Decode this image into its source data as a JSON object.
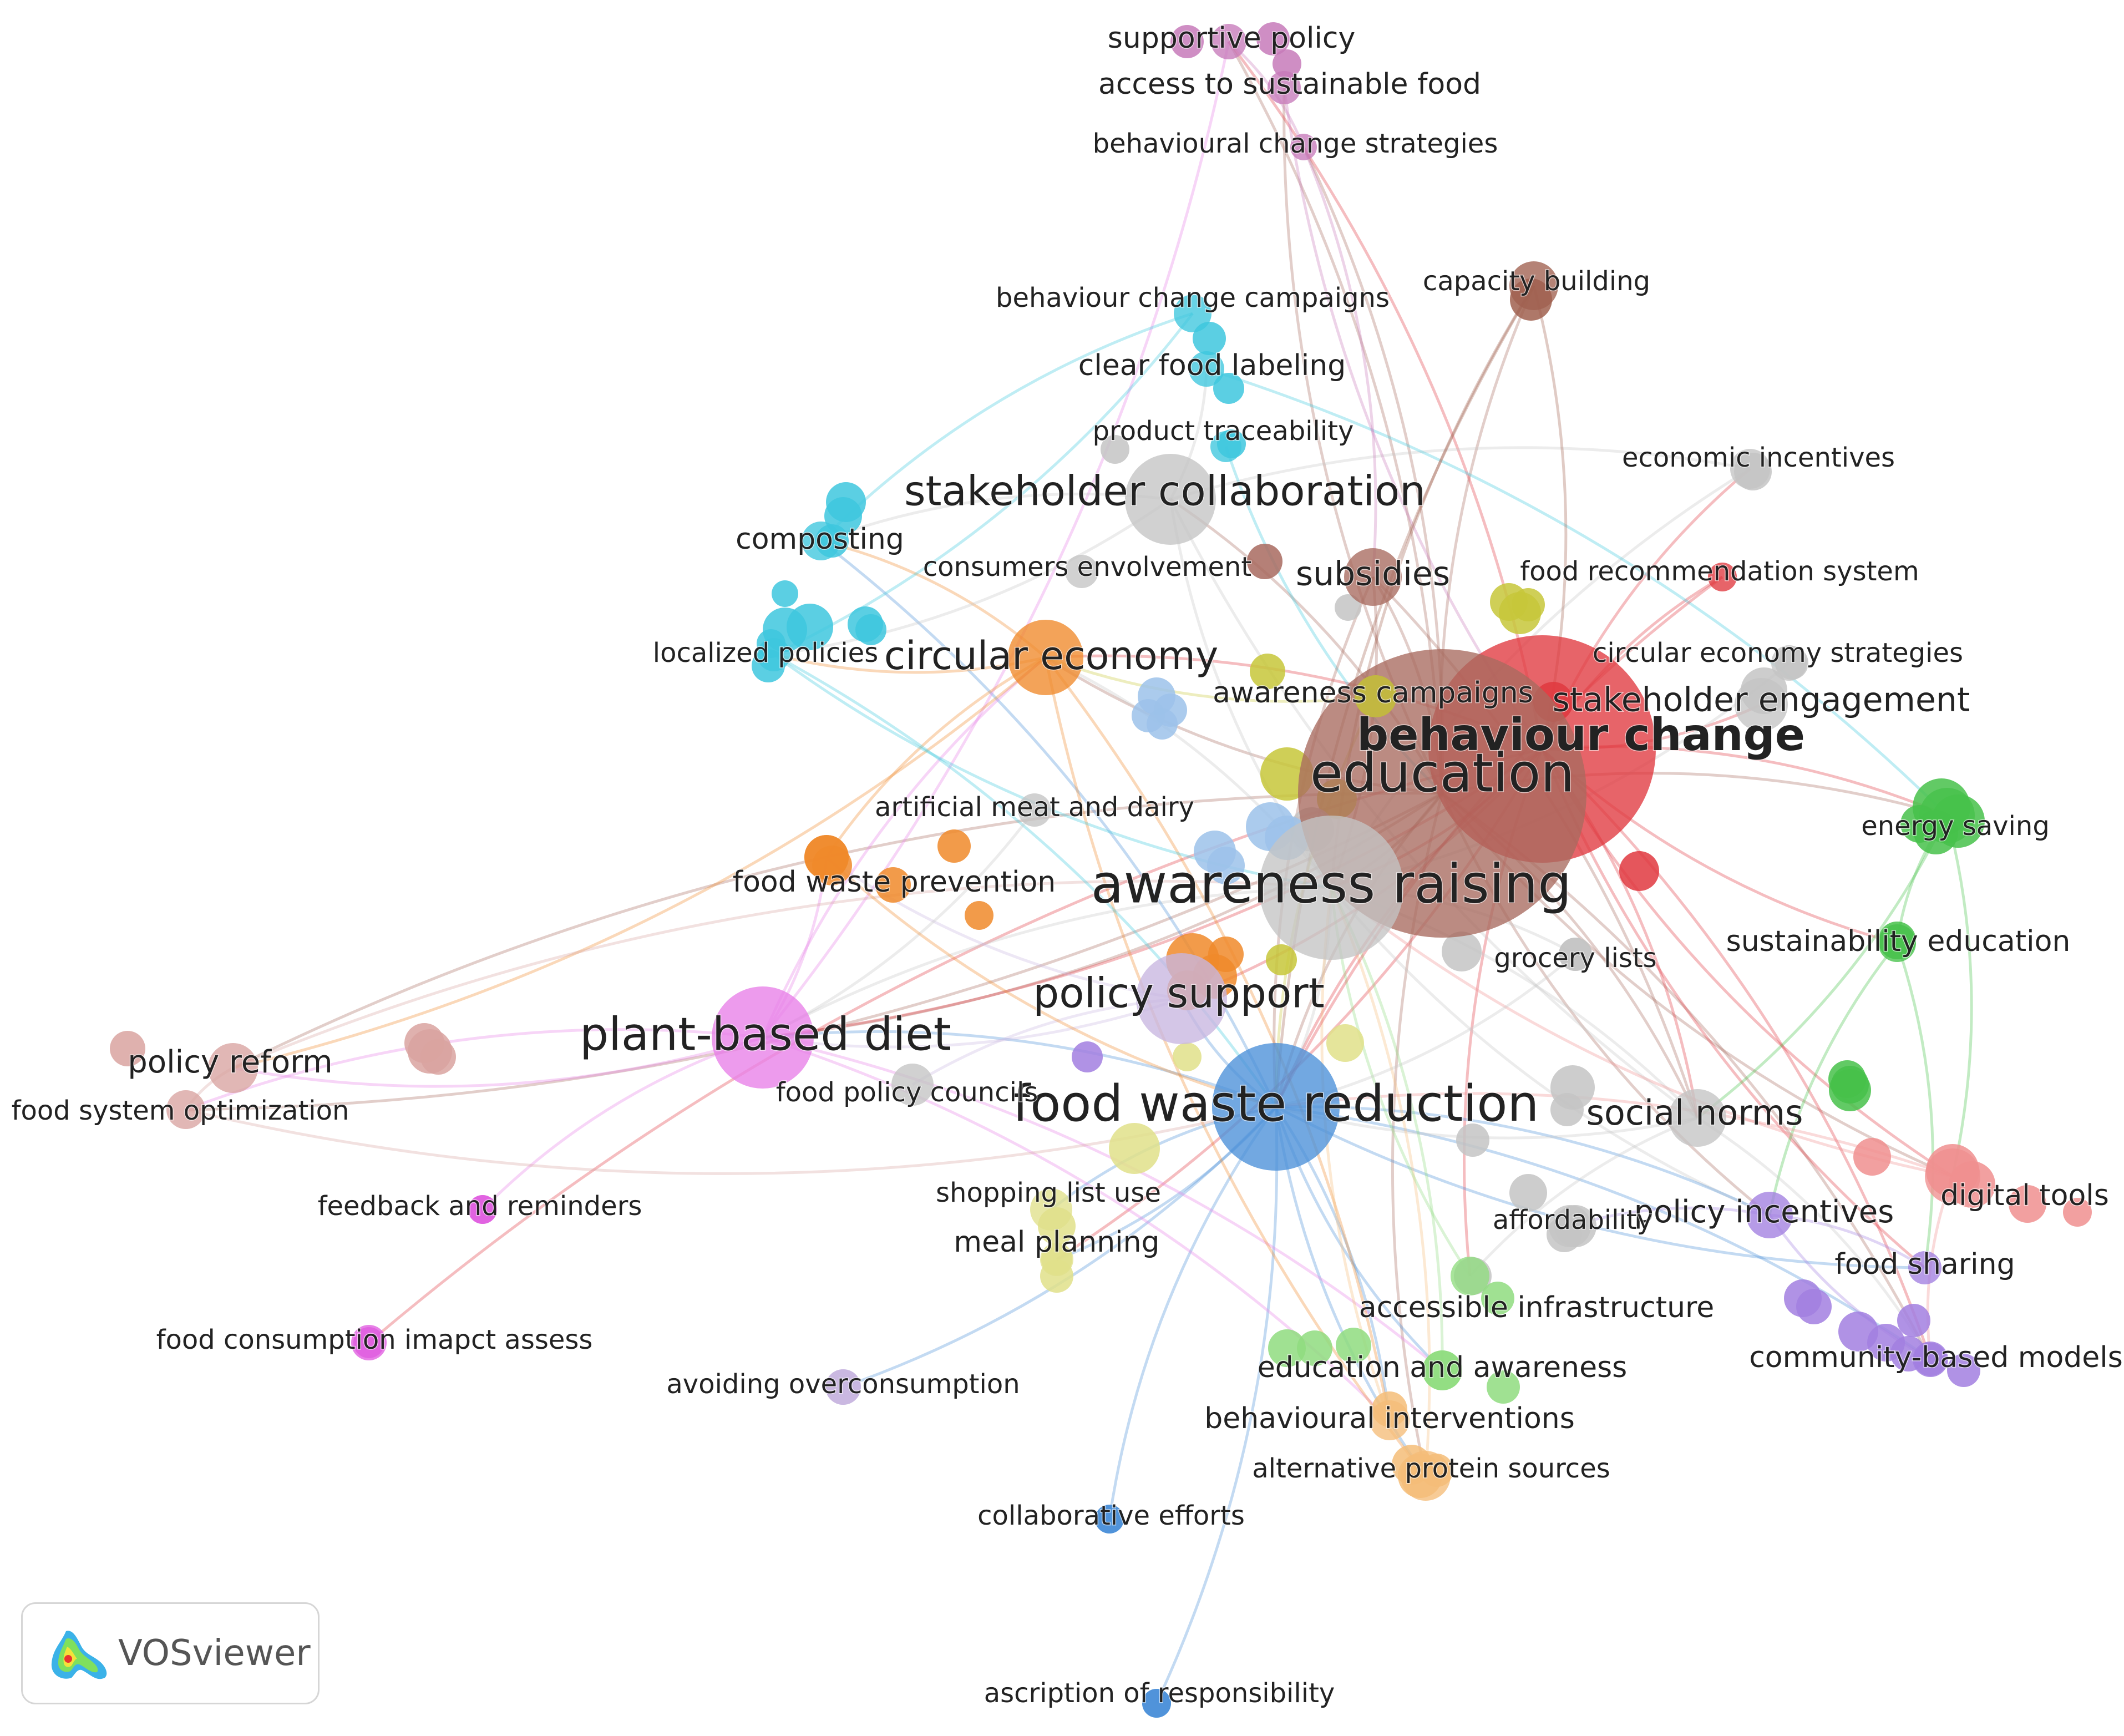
{
  "colors": {
    "red": "#e0383f",
    "brown": "#a86a5f",
    "gray": "#c4c4c4",
    "blue": "#4a90d9",
    "pink": "#e87fe8",
    "orange": "#f0892a",
    "cyan": "#3ec7de",
    "lightblue": "#9cc2ea",
    "yellow": "#c7c73a",
    "paleyellow": "#e0e08a",
    "green": "#46c14a",
    "lightgreen": "#8fdc7f",
    "purple": "#a27fe0",
    "lavender": "#c8b6e0",
    "mauve": "#c77aba",
    "salmon": "#f08f8f",
    "tan": "#d9a3a0",
    "peach": "#f5bd78",
    "magenta": "#e05ee0",
    "darkbrown": "#a0604f"
  },
  "logo": {
    "text": "VOSviewer",
    "icon": "vosviewer-density-icon"
  },
  "chart_data": {
    "type": "network",
    "title": "",
    "nodes": [
      {
        "label": "behaviour change",
        "cluster": "red",
        "weight": 95
      },
      {
        "label": "education",
        "cluster": "brown",
        "weight": 100
      },
      {
        "label": "awareness raising",
        "cluster": "gray",
        "weight": 85
      },
      {
        "label": "food waste reduction",
        "cluster": "blue",
        "weight": 80
      },
      {
        "label": "plant-based diet",
        "cluster": "pink",
        "weight": 62
      },
      {
        "label": "policy support",
        "cluster": "lavender",
        "weight": 55
      },
      {
        "label": "stakeholder collaboration",
        "cluster": "gray",
        "weight": 52
      },
      {
        "label": "circular economy",
        "cluster": "orange",
        "weight": 45
      },
      {
        "label": "subsidies",
        "cluster": "brown",
        "weight": 38
      },
      {
        "label": "social norms",
        "cluster": "gray",
        "weight": 38
      },
      {
        "label": "stakeholder engagement",
        "cluster": "gray",
        "weight": 36
      },
      {
        "label": "policy incentives",
        "cluster": "purple",
        "weight": 32
      },
      {
        "label": "awareness campaigns",
        "cluster": "yellow",
        "weight": 28
      },
      {
        "label": "policy reform",
        "cluster": "tan",
        "weight": 32
      },
      {
        "label": "food system optimization",
        "cluster": "tan",
        "weight": 24
      },
      {
        "label": "supportive policy",
        "cluster": "mauve",
        "weight": 24
      },
      {
        "label": "access to sustainable food",
        "cluster": "mauve",
        "weight": 24
      },
      {
        "label": "behavioural change strategies",
        "cluster": "mauve",
        "weight": 20
      },
      {
        "label": "capacity building",
        "cluster": "darkbrown",
        "weight": 26
      },
      {
        "label": "behaviour change campaigns",
        "cluster": "cyan",
        "weight": 22
      },
      {
        "label": "clear food labeling",
        "cluster": "cyan",
        "weight": 22
      },
      {
        "label": "product traceability",
        "cluster": "cyan",
        "weight": 22
      },
      {
        "label": "economic incentives",
        "cluster": "gray",
        "weight": 22
      },
      {
        "label": "composting",
        "cluster": "cyan",
        "weight": 22
      },
      {
        "label": "consumers envolvement",
        "cluster": "gray",
        "weight": 22
      },
      {
        "label": "food recommendation system",
        "cluster": "red",
        "weight": 20
      },
      {
        "label": "localized policies",
        "cluster": "cyan",
        "weight": 22
      },
      {
        "label": "circular economy strategies",
        "cluster": "gray",
        "weight": 20
      },
      {
        "label": "artificial meat and dairy",
        "cluster": "gray",
        "weight": 22
      },
      {
        "label": "energy saving",
        "cluster": "green",
        "weight": 22
      },
      {
        "label": "food waste prevention",
        "cluster": "orange",
        "weight": 22
      },
      {
        "label": "sustainability education",
        "cluster": "green",
        "weight": 22
      },
      {
        "label": "grocery lists",
        "cluster": "gray",
        "weight": 20
      },
      {
        "label": "food policy councils",
        "cluster": "gray",
        "weight": 22
      },
      {
        "label": "digital tools",
        "cluster": "salmon",
        "weight": 22
      },
      {
        "label": "feedback and reminders",
        "cluster": "magenta",
        "weight": 22
      },
      {
        "label": "shopping list use",
        "cluster": "paleyellow",
        "weight": 22
      },
      {
        "label": "affordability",
        "cluster": "gray",
        "weight": 22
      },
      {
        "label": "meal planning",
        "cluster": "paleyellow",
        "weight": 22
      },
      {
        "label": "food sharing",
        "cluster": "purple",
        "weight": 22
      },
      {
        "label": "accessible infrastructure",
        "cluster": "lightgreen",
        "weight": 22
      },
      {
        "label": "food consumption imapct assess",
        "cluster": "magenta",
        "weight": 22
      },
      {
        "label": "community-based models",
        "cluster": "purple",
        "weight": 22
      },
      {
        "label": "avoiding overconsumption",
        "cluster": "lavender",
        "weight": 22
      },
      {
        "label": "education and awareness",
        "cluster": "lightgreen",
        "weight": 22
      },
      {
        "label": "behavioural interventions",
        "cluster": "peach",
        "weight": 22
      },
      {
        "label": "alternative protein sources",
        "cluster": "peach",
        "weight": 22
      },
      {
        "label": "collaborative efforts",
        "cluster": "blue",
        "weight": 20
      },
      {
        "label": "ascription of responsibility",
        "cluster": "blue",
        "weight": 20
      }
    ]
  }
}
